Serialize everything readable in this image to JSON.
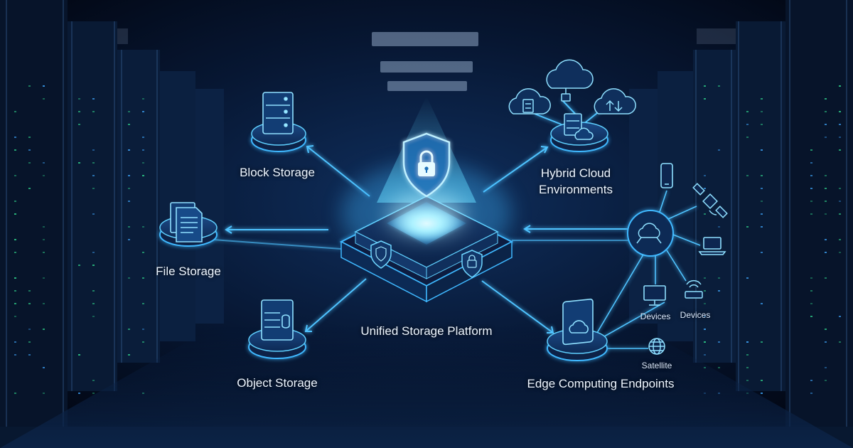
{
  "diagram": {
    "center": {
      "label": "Unified Storage Platform",
      "icon": "shield-lock-icon"
    },
    "left_nodes": [
      {
        "label": "Block Storage",
        "icon": "server-icon"
      },
      {
        "label": "File Storage",
        "icon": "document-icon"
      },
      {
        "label": "Object Storage",
        "icon": "server-icon"
      }
    ],
    "hybrid_cloud": {
      "label_line1": "Hybrid Cloud",
      "label_line2": "Environments",
      "icons": [
        "cloud-server-icon",
        "cloud-icon",
        "cloud-upload-icon",
        "server-cloud-icon"
      ]
    },
    "edge": {
      "label": "Edge Computing Endpoints",
      "hub_icon": "cloud-hub-icon",
      "node_icon": "tablet-cloud-icon",
      "devices": [
        {
          "label": "",
          "icon": "smartphone-icon"
        },
        {
          "label": "",
          "icon": "satellite-icon"
        },
        {
          "label": "",
          "icon": "laptop-icon"
        },
        {
          "label": "Devices",
          "icon": "router-icon"
        },
        {
          "label": "Devices",
          "icon": "monitor-icon"
        },
        {
          "label": "Satellite",
          "icon": "globe-icon"
        }
      ]
    },
    "colors": {
      "background": "#040b1c",
      "accent": "#3fb8ff",
      "glow": "#9ff0ff"
    }
  }
}
